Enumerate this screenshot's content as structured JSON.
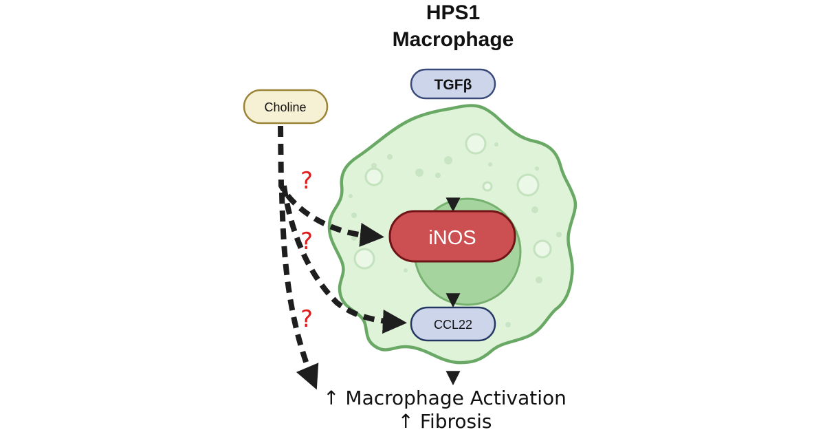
{
  "title": {
    "line1": "HPS1",
    "line2": "Macrophage"
  },
  "nodes": {
    "tgfb": {
      "label": "TGFβ",
      "fill": "#ccd5ea",
      "stroke": "#3a4a78"
    },
    "choline": {
      "label": "Choline",
      "fill": "#f6f0d4",
      "stroke": "#9a8438"
    },
    "inos": {
      "label": "iNOS",
      "fill": "#cc4f52",
      "stroke": "#6e1416",
      "text_color": "#ffffff"
    },
    "ccl22": {
      "label": "CCL22",
      "fill": "#ccd5ea",
      "stroke": "#243662"
    }
  },
  "cell": {
    "fill": "#def3d8",
    "stroke": "#6aa865",
    "nucleus_fill": "#a6d49f",
    "nucleus_stroke": "#76b06f"
  },
  "edges": [
    {
      "from": "TGFβ",
      "to": "iNOS",
      "style": "solid"
    },
    {
      "from": "iNOS",
      "to": "CCL22",
      "style": "solid"
    },
    {
      "from": "CCL22",
      "to": "Macrophage Activation / Fibrosis",
      "style": "solid"
    },
    {
      "from": "Choline",
      "to": "iNOS",
      "style": "dashed",
      "label": "?"
    },
    {
      "from": "Choline",
      "to": "CCL22",
      "style": "dashed",
      "label": "?"
    },
    {
      "from": "Choline",
      "to": "Macrophage Activation / Fibrosis",
      "style": "dashed",
      "label": "?"
    }
  ],
  "question_marks": [
    "?",
    "?",
    "?"
  ],
  "question_color": "#e01b1b",
  "outcomes": {
    "line1": "↑ Macrophage Activation",
    "line2": "↑ Fibrosis"
  }
}
